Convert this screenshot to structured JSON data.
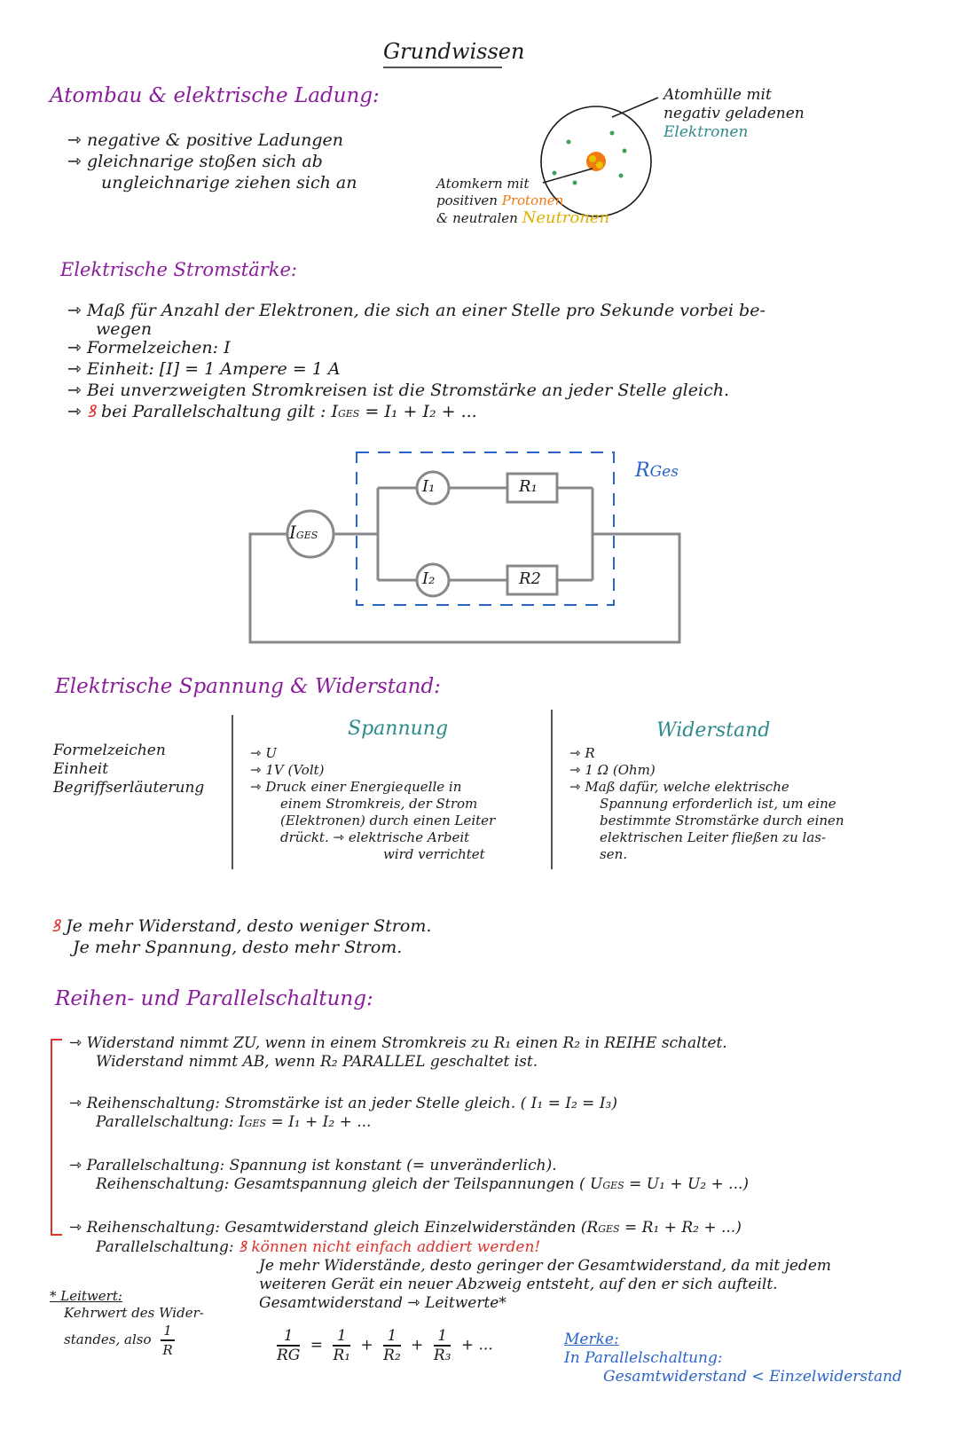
{
  "page_title": "Grundwissen",
  "atom": {
    "heading": "Atombau & elektrische Ladung:",
    "bullets": [
      "negative & positive Ladungen",
      "gleichnarige stoßen sich ab",
      "ungleichnarige ziehen sich an"
    ],
    "shell_label": [
      "Atomhülle mit",
      "negativ geladenen"
    ],
    "shell_electrons": "Elektronen",
    "nucleus_label": "Atomkern mit",
    "nucleus_pos": "positiven",
    "nucleus_protons": "Protonen",
    "nucleus_neutral": "& neutralen",
    "nucleus_neutrons": "Neutronen"
  },
  "current": {
    "heading": "Elektrische Stromstärke:",
    "bullets": [
      "Maß für Anzahl der Elektronen, die sich an einer Stelle pro Sekunde vorbei be-",
      "wegen",
      "Formelzeichen: I",
      "Einheit: [I] = 1 Ampere = 1 A",
      "Bei unverzweigten Stromkreisen ist die Stromstärke an jeder Stelle gleich.",
      "bei Parallelschaltung gilt : I"
    ],
    "formula_rest": "= I₁ + I₂ + ...",
    "ges_sub": "GES",
    "circuit": {
      "r_ges": "R",
      "r_ges_sub": "Ges",
      "i_ges": "I",
      "i_ges_sub": "GES",
      "i1": "I₁",
      "i2": "I₂",
      "r1": "R₁",
      "r2": "R2"
    }
  },
  "voltage": {
    "heading": "Elektrische Spannung & Widerstand:",
    "row_labels": [
      "Formelzeichen",
      "Einheit",
      "Begriffserläuterung"
    ],
    "col_spannung": "Spannung",
    "col_widerstand": "Widerstand",
    "spannung_lines": [
      "U",
      "1V (Volt)",
      "Druck einer Energiequelle in",
      "einem Stromkreis, der Strom",
      "(Elektronen) durch einen Leiter",
      "drückt. ⇾ elektrische Arbeit",
      "wird verrichtet"
    ],
    "widerstand_lines": [
      "R",
      "1 Ω (Ohm)",
      "Maß dafür, welche elektrische",
      "Spannung erforderlich ist, um eine",
      "bestimmte Stromstärke durch einen",
      "elektrischen Leiter fließen zu las-",
      "sen."
    ],
    "rule_lines": [
      "Je mehr Widerstand, desto weniger Strom.",
      "Je mehr Spannung, desto mehr Strom."
    ]
  },
  "series": {
    "heading": "Reihen- und Parallelschaltung:",
    "p1": [
      "Widerstand nimmt ZU, wenn in einem Stromkreis zu R₁ einen R₂ in REIHE schaltet.",
      "Widerstand nimmt AB, wenn R₂ PARALLEL geschaltet ist."
    ],
    "p2": [
      "Reihenschaltung: Stromstärke ist an jeder Stelle gleich. ( I₁ = I₂ = I₃)",
      "Parallelschaltung: I"
    ],
    "p2_rest": "= I₁ + I₂ + ...",
    "p3": [
      "Parallelschaltung: Spannung ist konstant (= unveränderlich).",
      "Reihenschaltung: Gesamtspannung gleich der Teilspannungen ( U",
      "= U₁ + U₂ + ...)"
    ],
    "p4_line1": "Reihenschaltung: Gesamtwiderstand gleich Einzelwiderständen (R",
    "p4_line1_rest": "= R₁ + R₂ + ...)",
    "p4_label2": "Parallelschaltung:",
    "p4_red": "können nicht einfach addiert werden!",
    "p4_lines": [
      "Je mehr Widerstände, desto geringer der Gesamtwiderstand, da mit jedem",
      "weiteren Gerät ein neuer Abzweig entsteht, auf den er sich aufteilt.",
      "Gesamtwiderstand ⇾ Leitwerte*"
    ],
    "footnote": [
      "* Leitwert:",
      "Kehrwert des Wider-",
      "standes, also"
    ],
    "fractions": {
      "one": "1",
      "r": "R",
      "rg": "RG",
      "r1": "R₁",
      "r2": "R₂",
      "r3": "R₃",
      "eq": "=",
      "plus": "+",
      "dots": "+ ..."
    },
    "merke": "Merke:",
    "merke_lines": [
      "In Parallelschaltung:",
      "Gesamtwiderstand < Einzelwiderstand"
    ]
  }
}
